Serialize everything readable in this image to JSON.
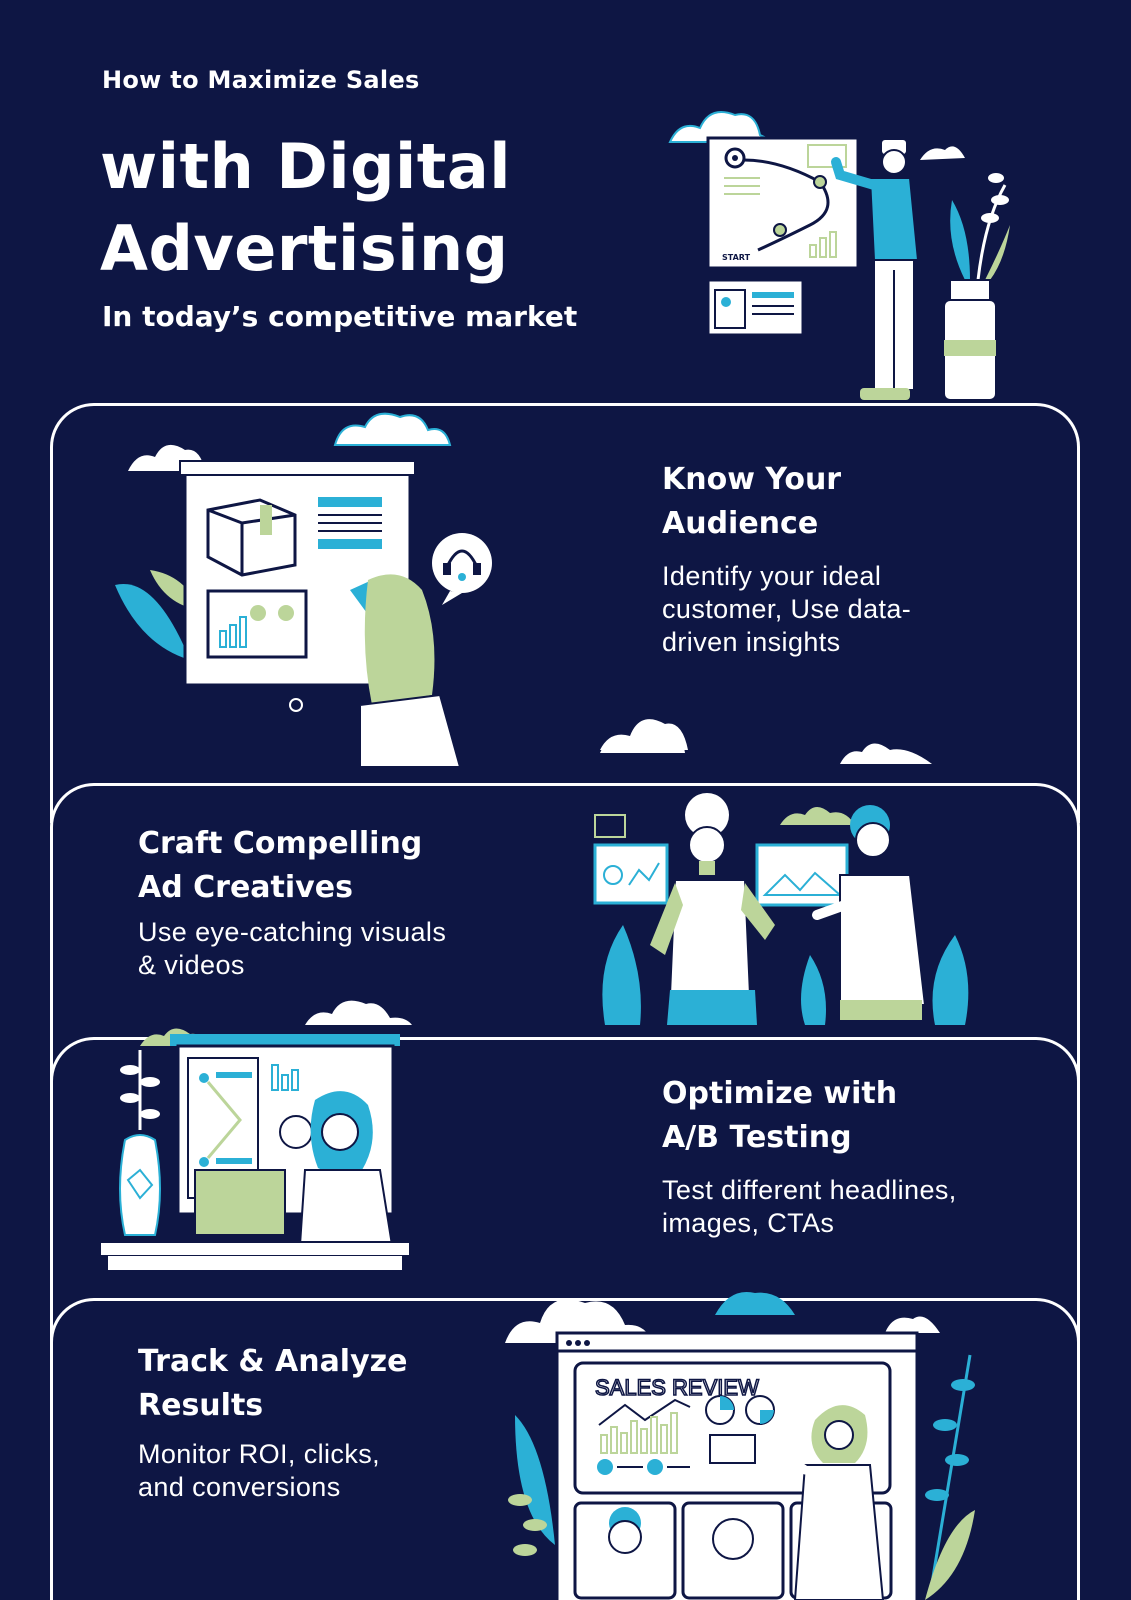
{
  "header": {
    "kicker": "How to Maximize Sales",
    "title_line1": "with Digital",
    "title_line2": "Advertising",
    "subtitle": "In today’s competitive market"
  },
  "sections": [
    {
      "title_line1": "Know Your",
      "title_line2": "Audience",
      "body_line1": "Identify your ideal",
      "body_line2": "customer,  Use data-",
      "body_line3": "driven insights"
    },
    {
      "title_line1": "Craft Compelling",
      "title_line2": "Ad Creatives",
      "body_line1": "Use eye-catching visuals",
      "body_line2": "& videos"
    },
    {
      "title_line1": "Optimize with",
      "title_line2": "A/B Testing",
      "body_line1": "Test different headlines,",
      "body_line2": "images, CTAs"
    },
    {
      "title_line1": "Track & Analyze",
      "title_line2": "Results",
      "body_line1": "Monitor ROI, clicks,",
      "body_line2": "and conversions"
    }
  ],
  "illustrations": {
    "header_board_label": "START",
    "sales_review_label": "SALES REVIEW"
  },
  "colors": {
    "background": "#0e1644",
    "accent_blue": "#2bb0d6",
    "accent_green": "#bcd59a",
    "text": "#ffffff"
  }
}
